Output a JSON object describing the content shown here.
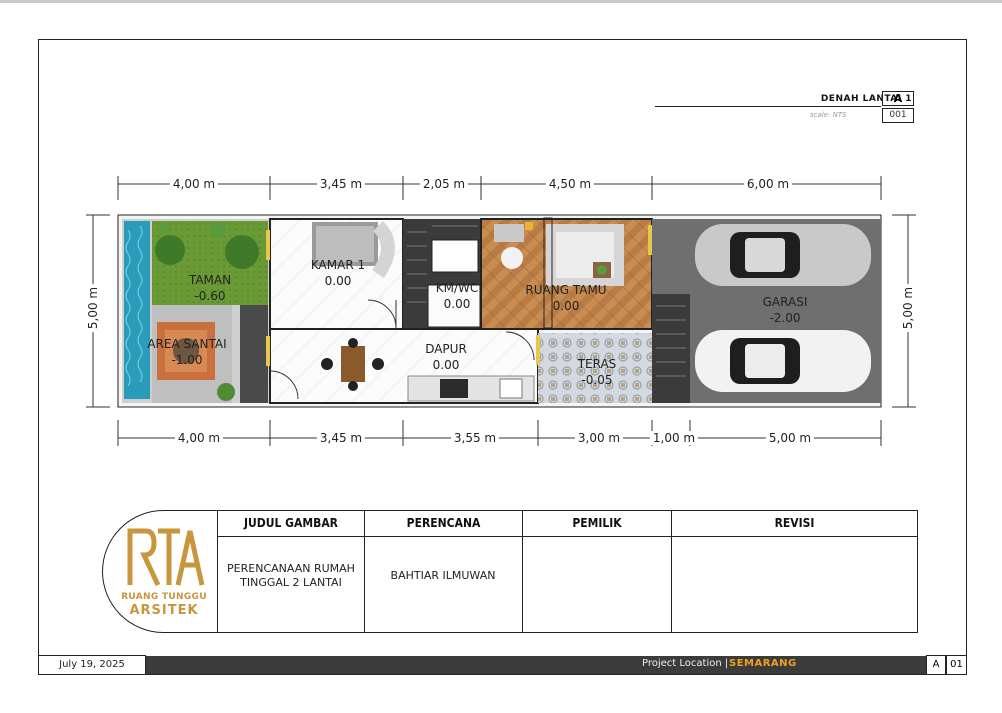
{
  "header": {
    "drawing_title": "DENAH LANTAI 1",
    "separator": "::",
    "sheet_letter": "A",
    "scale_label": "scale: NTS",
    "sheet_number": "001"
  },
  "dimensions": {
    "top": [
      "4,00 m",
      "3,45 m",
      "2,05 m",
      "4,50 m",
      "6,00 m"
    ],
    "bottom": [
      "4,00 m",
      "3,45 m",
      "3,55 m",
      "3,00 m",
      "1,00 m",
      "5,00 m"
    ],
    "left": "5,00 m",
    "right": "5,00 m"
  },
  "rooms": {
    "taman": {
      "name": "TAMAN",
      "level": "-0.60"
    },
    "area_santai": {
      "name": "AREA SANTAI",
      "level": "-1.00"
    },
    "kamar": {
      "name": "KAMAR 1",
      "level": "0.00"
    },
    "kmwc": {
      "name": "KM/WC",
      "level": "0.00"
    },
    "dapur": {
      "name": "DAPUR",
      "level": "0.00"
    },
    "ruang_tamu": {
      "name": "RUANG TAMU",
      "level": "0.00"
    },
    "teras": {
      "name": "TERAS",
      "level": "-0.05"
    },
    "garasi": {
      "name": "GARASI",
      "level": "-2.00"
    }
  },
  "title_block": {
    "logo_line1": "RUANG TUNGGU",
    "logo_line2": "ARSITEK",
    "columns": [
      {
        "header": "JUDUL GAMBAR",
        "value": "PERENCANAAN RUMAH TINGGAL 2 LANTAI"
      },
      {
        "header": "PERENCANA",
        "value": "BAHTIAR ILMUWAN"
      },
      {
        "header": "PEMILIK",
        "value": ""
      },
      {
        "header": "REVISI",
        "value": ""
      }
    ]
  },
  "footer": {
    "date": "July 19, 2025",
    "location_label": "Project Location |",
    "location_value": "SEMARANG",
    "sheet_letter": "A",
    "sheet_number": "01"
  },
  "colors": {
    "wood": "#b97c45",
    "pool": "#2a9bb8",
    "lawn": "#5f8d2e",
    "garage": "#6f6f6f",
    "teras_tile": "#c7ccd3",
    "accent": "#f0a021",
    "logo_gold": "#c8963c"
  }
}
